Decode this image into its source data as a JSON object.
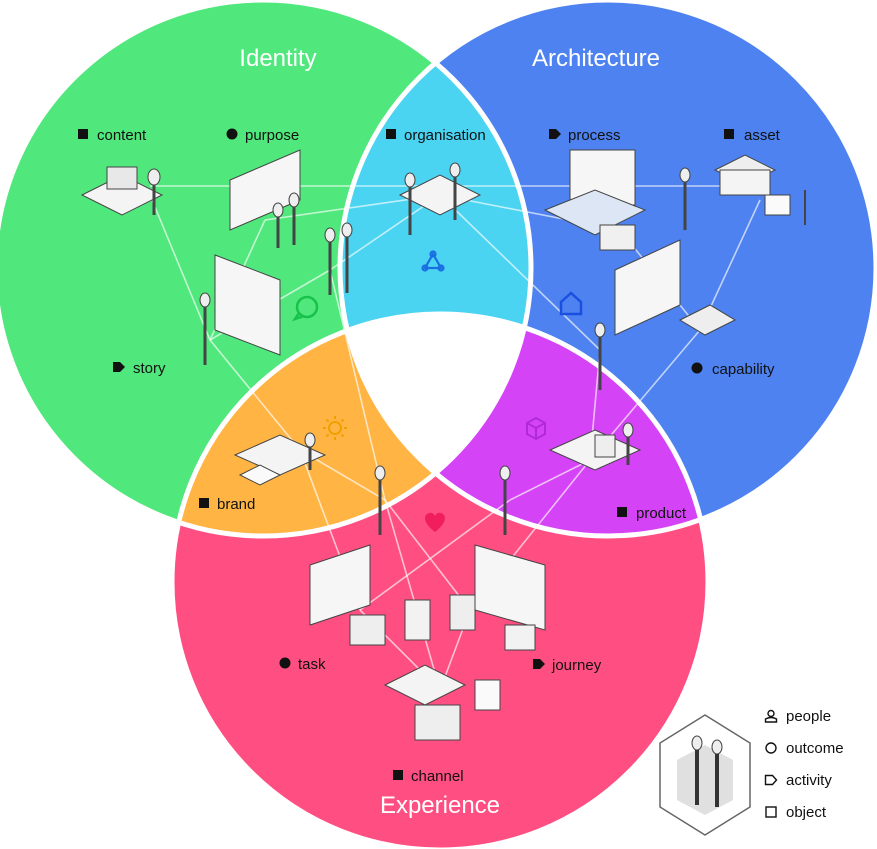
{
  "domains": {
    "identity": {
      "title": "Identity",
      "color": "#50e87c"
    },
    "architecture": {
      "title": "Architecture",
      "color": "#4d82f0"
    },
    "experience": {
      "title": "Experience",
      "color": "#ff4f82"
    }
  },
  "overlaps": {
    "identity_architecture": "#4ad4f2",
    "identity_experience": "#ffb444",
    "architecture_experience": "#d543f7",
    "center": "#ffffff"
  },
  "nodes": [
    {
      "label": "content",
      "type": "object"
    },
    {
      "label": "purpose",
      "type": "outcome"
    },
    {
      "label": "organisation",
      "type": "object"
    },
    {
      "label": "process",
      "type": "activity"
    },
    {
      "label": "asset",
      "type": "object"
    },
    {
      "label": "story",
      "type": "activity"
    },
    {
      "label": "capability",
      "type": "outcome"
    },
    {
      "label": "brand",
      "type": "object"
    },
    {
      "label": "product",
      "type": "object"
    },
    {
      "label": "task",
      "type": "outcome"
    },
    {
      "label": "journey",
      "type": "activity"
    },
    {
      "label": "channel",
      "type": "object"
    }
  ],
  "legend": [
    {
      "label": "people",
      "icon": "person-icon"
    },
    {
      "label": "outcome",
      "icon": "circle-icon"
    },
    {
      "label": "activity",
      "icon": "tag-icon"
    },
    {
      "label": "object",
      "icon": "square-icon"
    }
  ],
  "section_icons": [
    {
      "name": "chat-bubble-icon",
      "color": "#18c24a"
    },
    {
      "name": "tri-node-icon",
      "color": "#1a6fe0"
    },
    {
      "name": "house-icon",
      "color": "#1a4fe0"
    },
    {
      "name": "sun-icon",
      "color": "#f0a000"
    },
    {
      "name": "cube-icon",
      "color": "#b12ad8"
    },
    {
      "name": "heart-icon",
      "color": "#f01e5a"
    }
  ]
}
